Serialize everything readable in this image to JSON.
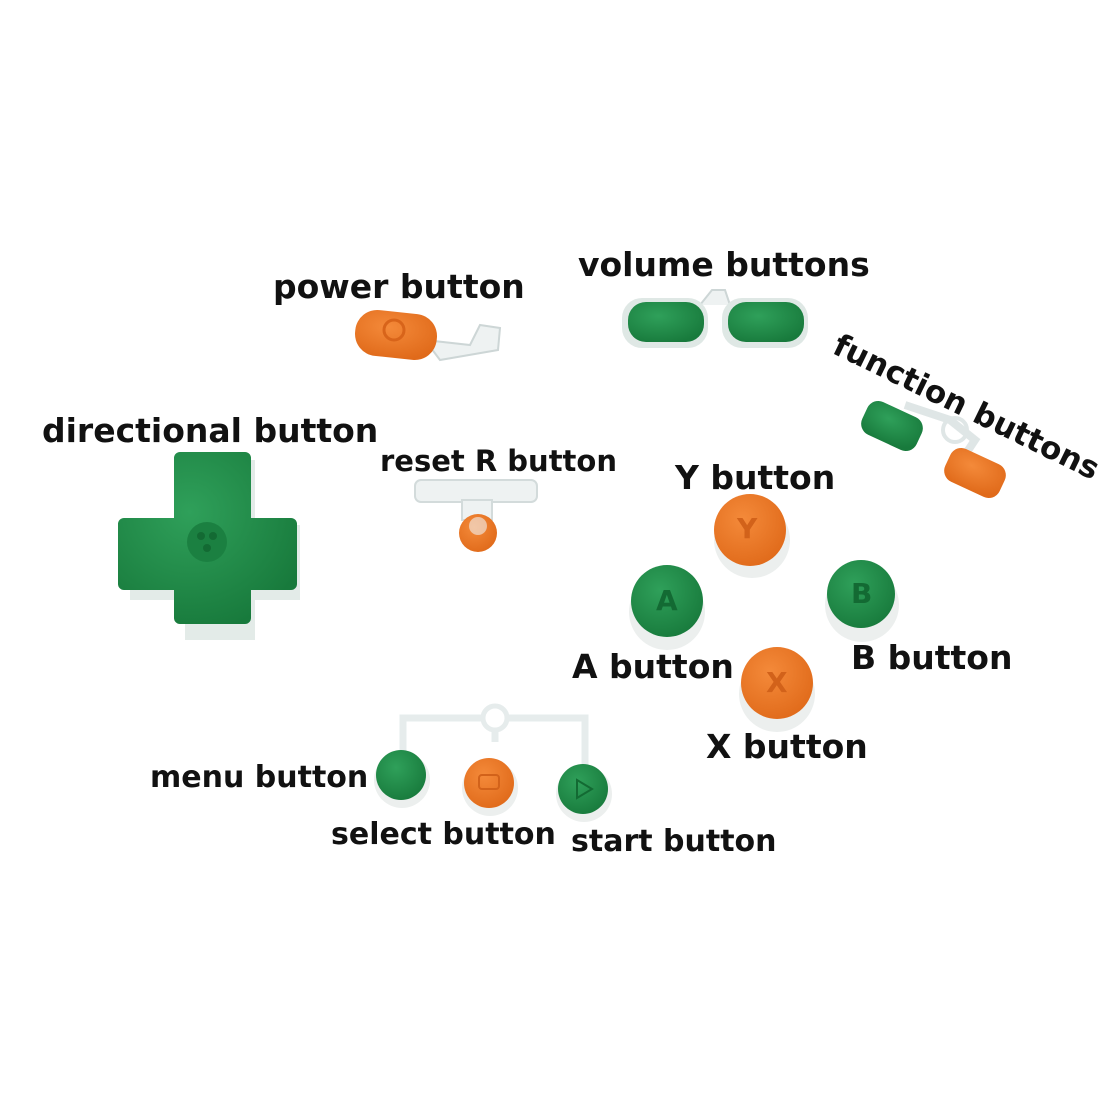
{
  "labels": {
    "power": "power button",
    "volume": "volume buttons",
    "function": "function buttons",
    "directional": "directional button",
    "reset": "reset R button",
    "y": "Y button",
    "a": "A button",
    "b": "B button",
    "x": "X button",
    "menu": "menu button",
    "select": "select button",
    "start": "start button"
  },
  "glyphs": {
    "y": "Y",
    "a": "A",
    "b": "B",
    "x": "X"
  },
  "colors": {
    "green": "#1e8a47",
    "orange": "#ea7424",
    "clear": "#e6ecec"
  }
}
